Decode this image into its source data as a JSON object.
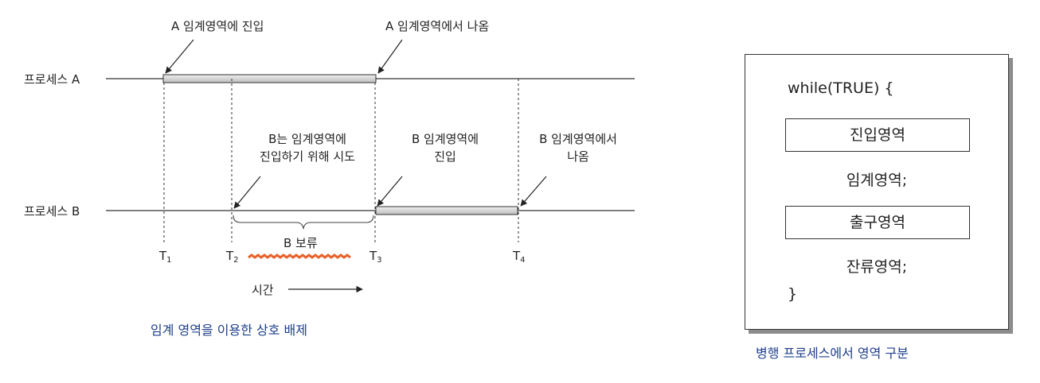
{
  "left_diagram": {
    "process_a_label": "프로세스 A",
    "process_b_label": "프로세스 B",
    "ann_a_enter": "A 임계영역에 진입",
    "ann_a_exit": "A 임계영역에서 나옴",
    "ann_b_try": [
      "B는 임계영역에",
      "진입하기 위해 시도"
    ],
    "ann_b_enter": [
      "B 임계영역에",
      "진입"
    ],
    "ann_b_exit": [
      "B 임계영역에서",
      "나옴"
    ],
    "b_wait_label": "B 보류",
    "ticks": [
      {
        "base": "T",
        "sub": "1"
      },
      {
        "base": "T",
        "sub": "2"
      },
      {
        "base": "T",
        "sub": "3"
      },
      {
        "base": "T",
        "sub": "4"
      }
    ],
    "time_label": "시간",
    "caption": "임계 영역을 이용한 상호 배제",
    "caption_color": "#1e3f8a",
    "highlight_color": "#e8622a"
  },
  "right_panel": {
    "line1": "while(TRUE) {",
    "entry": "진입영역",
    "critical": "임계영역;",
    "exit": "출구영역",
    "remainder": "잔류영역;",
    "close": "}",
    "caption": "병행 프로세스에서 영역 구분"
  }
}
